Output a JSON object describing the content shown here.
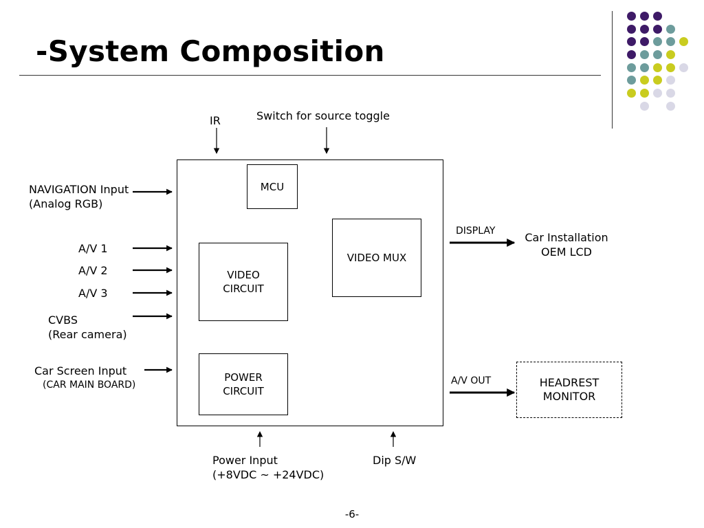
{
  "title": "-System Composition",
  "decor": {
    "colors": {
      "purple": "#3e1a67",
      "teal": "#6d9c9c",
      "yellow": "#c9cc1f",
      "lavender": "#d9d8e6"
    }
  },
  "diagram": {
    "blocks": {
      "mcu": "MCU",
      "video_circuit": "VIDEO\nCIRCUIT",
      "video_mux": "VIDEO MUX",
      "power_circuit": "POWER\nCIRCUIT",
      "headrest_monitor": "HEADREST\nMONITOR"
    },
    "top_inputs": {
      "ir": "IR",
      "switch": "Switch for source toggle"
    },
    "left_inputs": {
      "navigation": "NAVIGATION Input\n(Analog RGB)",
      "av1": "A/V 1",
      "av2": "A/V 2",
      "av3": "A/V 3",
      "cvbs": "CVBS\n(Rear camera)",
      "car_screen": "Car Screen Input",
      "car_screen_sub": "(CAR MAIN BOARD)"
    },
    "outputs": {
      "display": "DISPLAY",
      "car_installation": "Car Installation\nOEM LCD",
      "av_out": "A/V OUT"
    },
    "bottom_inputs": {
      "power_input": "Power Input\n(+8VDC ~ +24VDC)",
      "dip_sw": "Dip S/W"
    }
  },
  "page_number": "-6-"
}
